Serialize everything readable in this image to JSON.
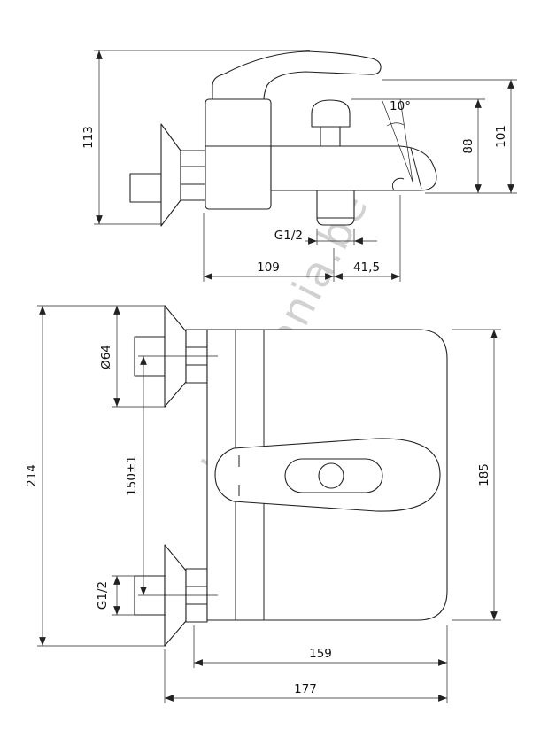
{
  "watermark": {
    "text": "lumimania.be"
  },
  "side_view": {
    "d113": "113",
    "angle": "10°",
    "d88": "88",
    "d101": "101",
    "thread": "G1/2",
    "d109": "109",
    "d41_5": "41,5"
  },
  "front_view": {
    "dia": "Ø64",
    "center_distance": "150±1",
    "d214": "214",
    "thread": "G1/2",
    "d185": "185",
    "d159": "159",
    "d177": "177"
  }
}
